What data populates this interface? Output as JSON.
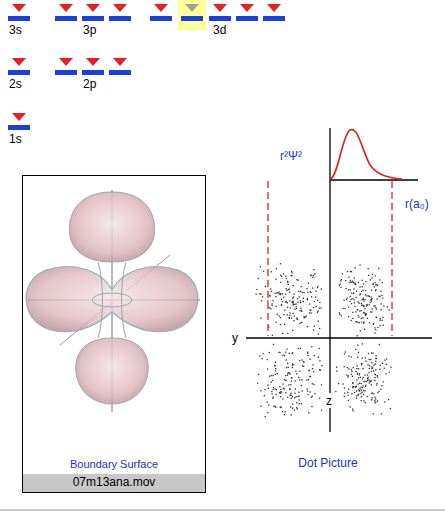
{
  "diagram": {
    "nodes": [
      {
        "text": [
          "Boundary Surface",
          "07m13ana.mov"
        ]
      }
    ],
    "labels": [
      "3s",
      "3p",
      "3d",
      "2s",
      "2p",
      "1s",
      "r²Ψ²",
      "r(a₀)",
      "y",
      "z",
      "Dot Picture"
    ]
  }
}
